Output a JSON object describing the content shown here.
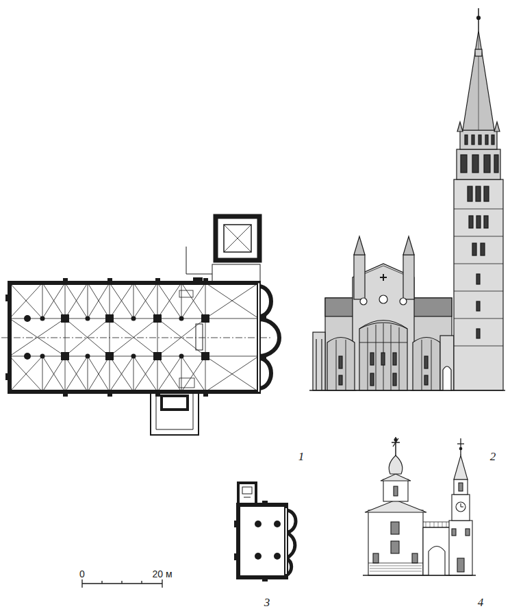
{
  "diagram": {
    "labels": [
      "1",
      "2",
      "3",
      "4",
      "0",
      "20 м"
    ]
  }
}
